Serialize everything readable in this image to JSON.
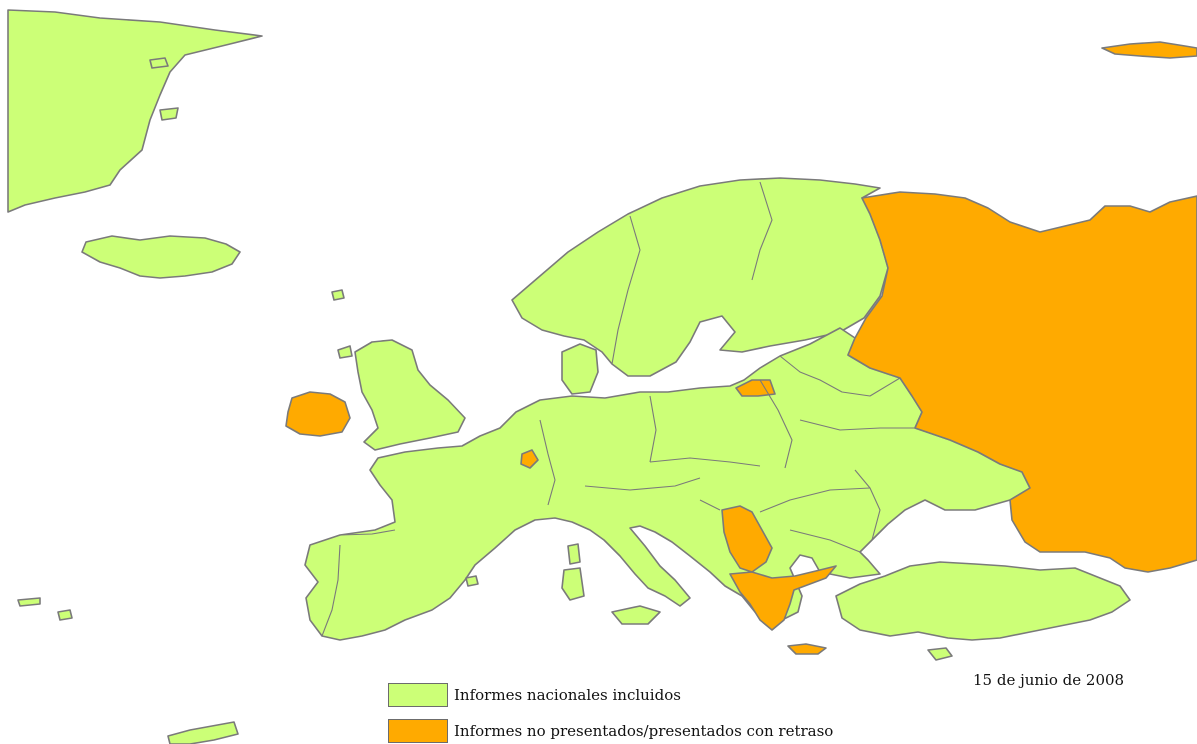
{
  "map": {
    "date": "15 de junio de 2008",
    "colors": {
      "included": "#ccff77",
      "not_submitted": "#ffaa00",
      "border": "#7a7a7a"
    },
    "legend": [
      {
        "label": "Informes nacionales incluidos",
        "color": "#ccff77"
      },
      {
        "label": "Informes no presentados/presentados con retraso",
        "color": "#ffaa00"
      }
    ]
  }
}
